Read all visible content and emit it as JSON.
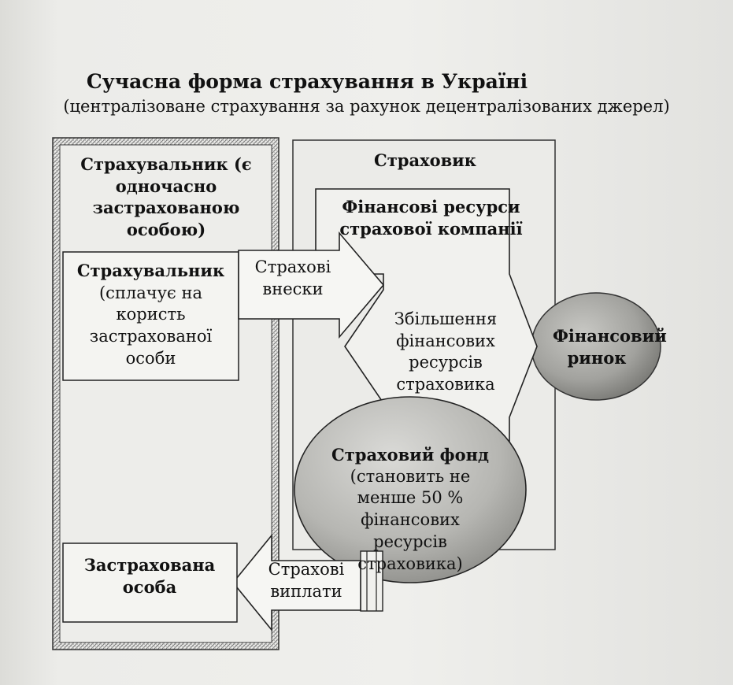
{
  "title": "Сучасна форма страхування в Україні",
  "subtitle": "(централізоване страхування за рахунок децентралізованих джерел)",
  "policyholder_group": {
    "label": "Страхувальник (є одночасно застрахованою особою)"
  },
  "policyholder_payer": {
    "name": "Страхувальник",
    "note": "(сплачує на користь застрахованої особи"
  },
  "insured_person": {
    "label": "Застрахована особа"
  },
  "insurer": {
    "label": "Страховик"
  },
  "financial_resources": {
    "label": "Фінансові ресурси страхової компанії"
  },
  "premiums_flow": {
    "label": "Страхові внески"
  },
  "payouts_flow": {
    "label": "Страхові виплати"
  },
  "growth": {
    "label": "Збільшення фінансових ресурсів страховика"
  },
  "insurance_fund": {
    "name": "Страховий фонд",
    "note": "(становить не менше 50 % фінансових ресурсів страховика)"
  },
  "financial_market": {
    "label": "Фінансовий ринок"
  }
}
